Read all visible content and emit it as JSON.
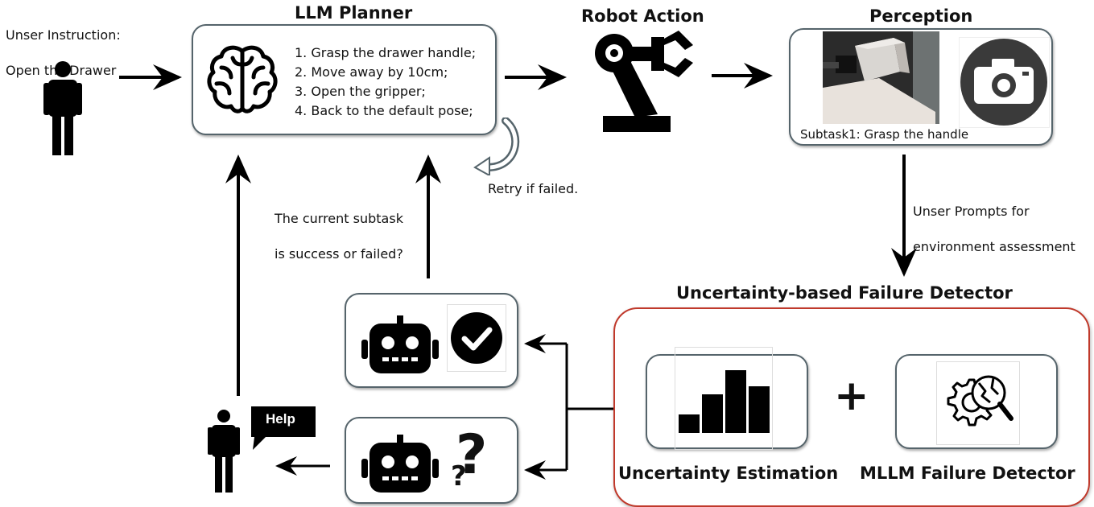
{
  "user_instruction": {
    "line1": "Unser Instruction:",
    "line2": "Open the Drawer"
  },
  "llm_planner": {
    "title": "LLM Planner",
    "steps": [
      "1. Grasp the drawer handle;",
      "2. Move away by 10cm;",
      "3. Open the gripper;",
      "4. Back to the default pose;"
    ]
  },
  "robot_action": {
    "title": "Robot Action"
  },
  "perception": {
    "title": "Perception",
    "caption": "Subtask1: Grasp the handle"
  },
  "retry_label": "Retry if failed.",
  "subtask_question": {
    "line1": "The current subtask",
    "line2": "is success or failed?"
  },
  "prompt_label": {
    "line1": "Unser Prompts for",
    "line2": "environment assessment"
  },
  "detector": {
    "title": "Uncertainty-based Failure Detector",
    "uncertainty_label": "Uncertainty Estimation",
    "mllm_label": "MLLM Failure Detector",
    "plus": "+",
    "chart_levels": [
      0.23,
      0.48,
      0.78,
      0.58
    ]
  },
  "help_text": "Help",
  "question_mark": "?",
  "colors": {
    "detector_border": "#c0392b",
    "box_border": "#55646b",
    "camera_bg": "#3a3a3a"
  }
}
